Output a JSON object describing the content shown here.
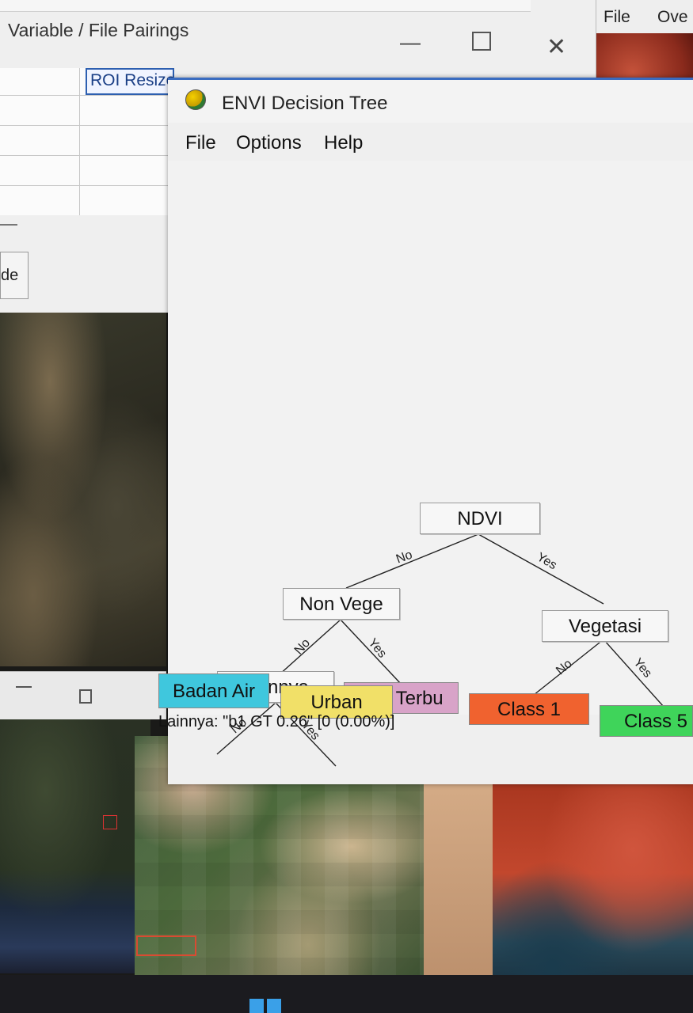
{
  "background_windows": {
    "right_window": {
      "menu": [
        "File",
        "Ove"
      ]
    },
    "variable_file_pairings": {
      "title": "Variable / File Pairings",
      "column_header": "ROI Resize",
      "left_glyph": ")",
      "button_partial_label": "de"
    }
  },
  "envi_window": {
    "title": "ENVI Decision Tree",
    "menu": [
      "File",
      "Options",
      "Help"
    ],
    "tree": {
      "root": "NDVI",
      "nodes": {
        "non_vege": "Non Vege",
        "vegetasi": "Vegetasi",
        "lainnya": "Lainnya"
      },
      "leaves": {
        "lhn_terbu": {
          "label": "Lhn Terbu",
          "color": "#d8a3c8"
        },
        "class_1": {
          "label": "Class 1",
          "color": "#f0622f"
        },
        "class_5": {
          "label": "Class 5",
          "color": "#3fd45a"
        },
        "badan_air": {
          "label": "Badan Air",
          "color": "#3fc7dd"
        },
        "urban": {
          "label": "Urban",
          "color": "#f1e068"
        }
      },
      "branch_labels": {
        "no": "No",
        "yes": "Yes"
      }
    },
    "status": "Lainnya: \"b1 GT 0.26\" [0 (0.00%)]"
  }
}
